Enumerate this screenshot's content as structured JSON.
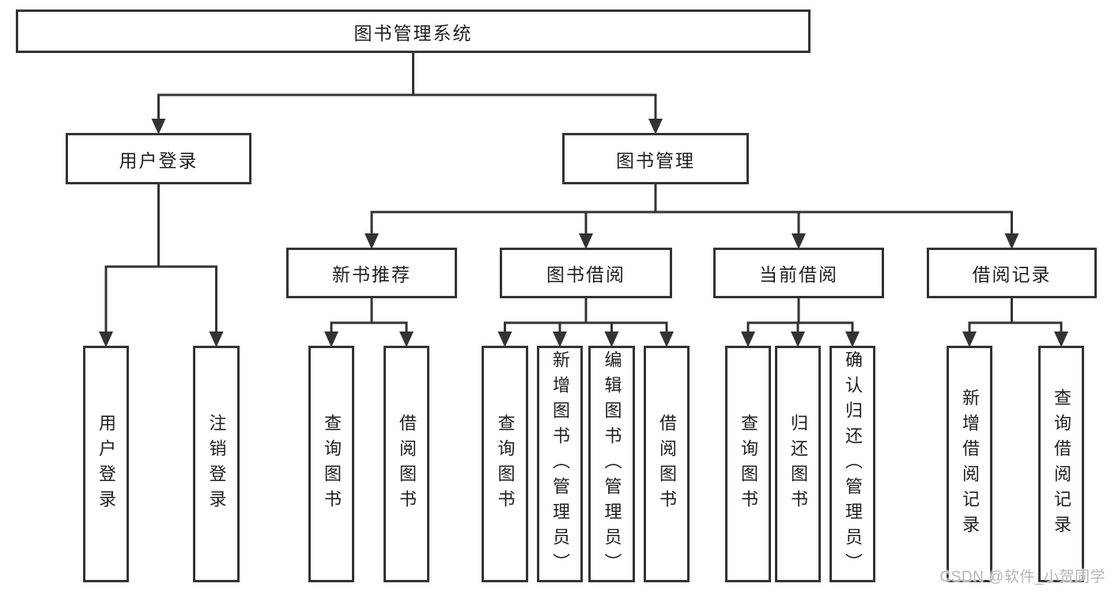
{
  "diagram": {
    "title": "图书管理系统",
    "nodes": [
      {
        "id": "root",
        "label": "图书管理系统",
        "children": [
          "login",
          "mgmt"
        ]
      },
      {
        "id": "login",
        "label": "用户登录",
        "children": [
          "login-user",
          "login-logout"
        ]
      },
      {
        "id": "mgmt",
        "label": "图书管理",
        "children": [
          "newbook",
          "borrow",
          "current",
          "records"
        ]
      },
      {
        "id": "newbook",
        "label": "新书推荐",
        "children": [
          "nb-query",
          "nb-borrow"
        ]
      },
      {
        "id": "borrow",
        "label": "图书借阅",
        "children": [
          "bb-query",
          "bb-add",
          "bb-edit",
          "bb-borrow"
        ]
      },
      {
        "id": "current",
        "label": "当前借阅",
        "children": [
          "cb-query",
          "cb-return",
          "cb-confirm"
        ]
      },
      {
        "id": "records",
        "label": "借阅记录",
        "children": [
          "rec-add",
          "rec-query"
        ]
      },
      {
        "id": "login-user",
        "label": "用户登录"
      },
      {
        "id": "login-logout",
        "label": "注销登录"
      },
      {
        "id": "nb-query",
        "label": "查询图书"
      },
      {
        "id": "nb-borrow",
        "label": "借阅图书"
      },
      {
        "id": "bb-query",
        "label": "查询图书"
      },
      {
        "id": "bb-add",
        "label": "新增图书（管理员）"
      },
      {
        "id": "bb-edit",
        "label": "编辑图书（管理员）"
      },
      {
        "id": "bb-borrow",
        "label": "借阅图书"
      },
      {
        "id": "cb-query",
        "label": "查询图书"
      },
      {
        "id": "cb-return",
        "label": "归还图书"
      },
      {
        "id": "cb-confirm",
        "label": "确认归还（管理员）"
      },
      {
        "id": "rec-add",
        "label": "新增借阅记录"
      },
      {
        "id": "rec-query",
        "label": "查询借阅记录"
      }
    ]
  },
  "watermark": {
    "text": "CSDN @软件_小贺同学"
  },
  "colors": {
    "line": "#333333",
    "text": "#1f1f1f",
    "watermark": "#b5b5b5",
    "background": "#ffffff"
  }
}
